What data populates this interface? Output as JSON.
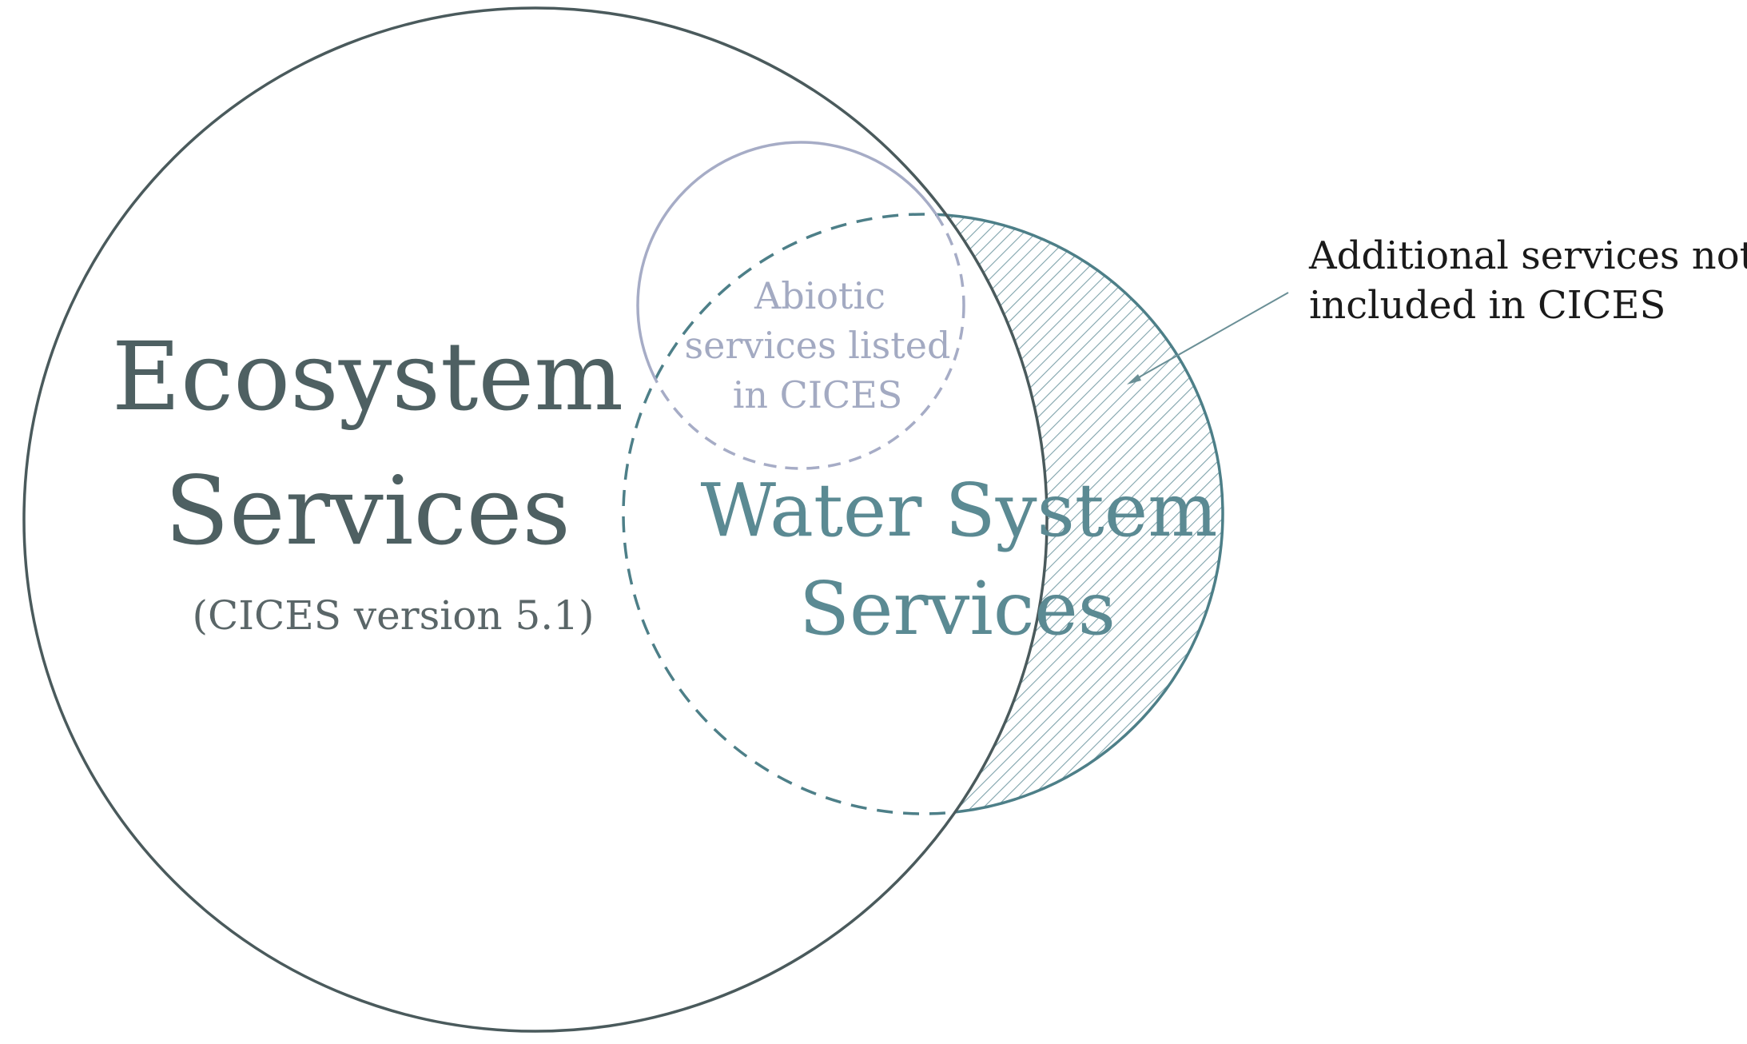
{
  "ecosystem": {
    "title_line1": "Ecosystem",
    "title_line2": "Services",
    "subtitle": "(CICES version 5.1)"
  },
  "water_system": {
    "line1": "Water System",
    "line2": "Services"
  },
  "abiotic": {
    "line1": "Abiotic",
    "line2": "services listed",
    "line3": "in CICES"
  },
  "annotation": {
    "line1": "Additional services not",
    "line2": "included in CICES"
  },
  "colors": {
    "ecosystem_outline": "#4a5a5c",
    "ecosystem_text": "#4e6062",
    "subtitle_text": "#5a6668",
    "water_outline": "#4d7f88",
    "water_text": "#5b8a93",
    "abiotic_outline": "#a6acc6",
    "abiotic_text": "#a3aac2",
    "hatch": "#7fa3ab",
    "annotation_text": "#1a1a1a",
    "arrow": "#6a8f96"
  }
}
